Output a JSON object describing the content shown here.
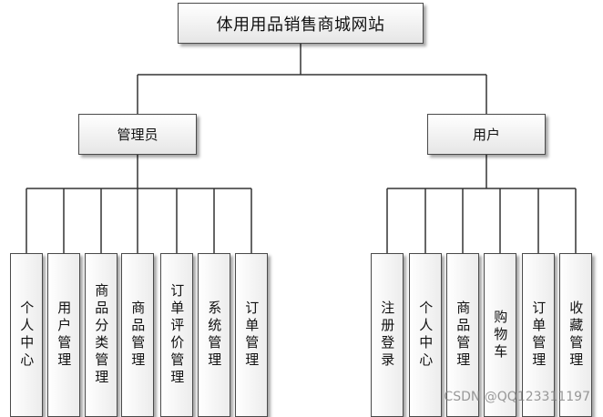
{
  "diagram": {
    "root": "体用用品销售商城网站",
    "roles": [
      {
        "label": "管理员",
        "children": [
          "个人中心",
          "用户管理",
          "商品分类管理",
          "商品管理",
          "订单评价管理",
          "系统管理",
          "订单管理"
        ]
      },
      {
        "label": "用户",
        "children": [
          "注册登录",
          "个人中心",
          "商品管理",
          "购物车",
          "订单管理",
          "收藏管理"
        ]
      }
    ]
  },
  "watermark": "CSDN @QQ123311197"
}
